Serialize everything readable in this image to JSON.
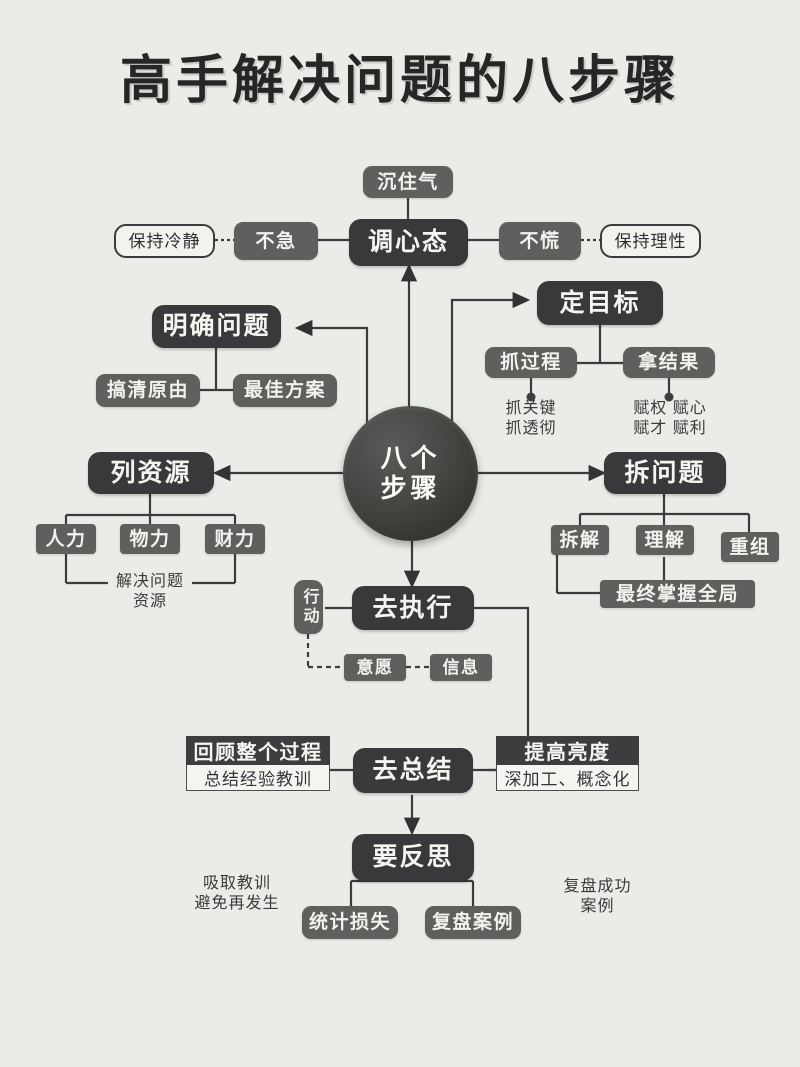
{
  "page": {
    "title": "高手解决问题的八步骤",
    "background_color": "#e9ece7",
    "dark_color": "#37393a",
    "mid_color": "#5e605e",
    "text_light": "#f4f4f0",
    "text_dark": "#33343a"
  },
  "center": {
    "line1": "八个",
    "line2": "步骤"
  },
  "steps": {
    "mindset": {
      "label": "调心态",
      "top_child": "沉住气",
      "left_mid": "不急",
      "left_outer": "保持冷静",
      "right_mid": "不慌",
      "right_outer": "保持理性"
    },
    "define_problem": {
      "label": "明确问题",
      "children": [
        "搞清原由",
        "最佳方案"
      ]
    },
    "set_goal": {
      "label": "定目标",
      "children": [
        "抓过程",
        "拿结果"
      ],
      "notes": [
        "抓关键\n抓透彻",
        "赋权  赋心\n赋才  赋利"
      ]
    },
    "list_resources": {
      "label": "列资源",
      "children": [
        "人力",
        "物力",
        "财力"
      ],
      "note": "解决问题\n资源"
    },
    "split_problem": {
      "label": "拆问题",
      "children": [
        "拆解",
        "理解",
        "重组"
      ],
      "outcome": "最终掌握全局"
    },
    "execute": {
      "label": "去执行",
      "side": "行动",
      "dashed_children": [
        "意愿",
        "信息"
      ]
    },
    "summarize": {
      "label": "去总结",
      "left_card": {
        "header": "回顾整个过程",
        "body": "总结经验教训"
      },
      "right_card": {
        "header": "提高亮度",
        "body": "深加工、概念化"
      }
    },
    "reflect": {
      "label": "要反思",
      "children": [
        "统计损失",
        "复盘案例"
      ],
      "left_note": "吸取教训\n避免再发生",
      "right_note": "复盘成功\n案例"
    }
  }
}
